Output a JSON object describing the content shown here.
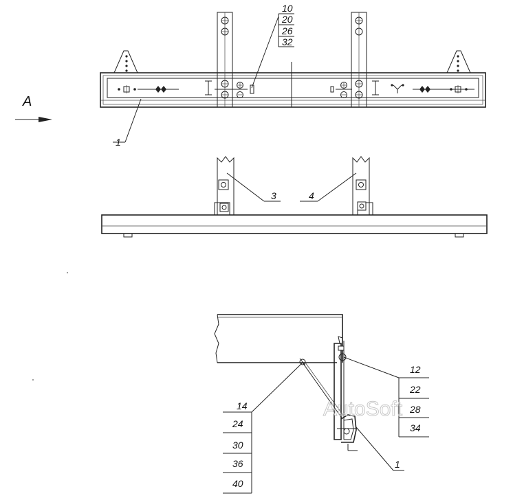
{
  "view_label": "A",
  "top_view": {
    "callout_stack": [
      "10",
      "20",
      "26",
      "32"
    ],
    "part_label": "1"
  },
  "front_view": {
    "label_left": "3",
    "label_right": "4"
  },
  "detail_view": {
    "left_table_header": "14",
    "left_table_rows": [
      "24",
      "30",
      "36",
      "40"
    ],
    "right_table_header": "12",
    "right_table_rows": [
      "22",
      "28",
      "34"
    ],
    "part_label": "1"
  },
  "watermark": "AutoSoft"
}
